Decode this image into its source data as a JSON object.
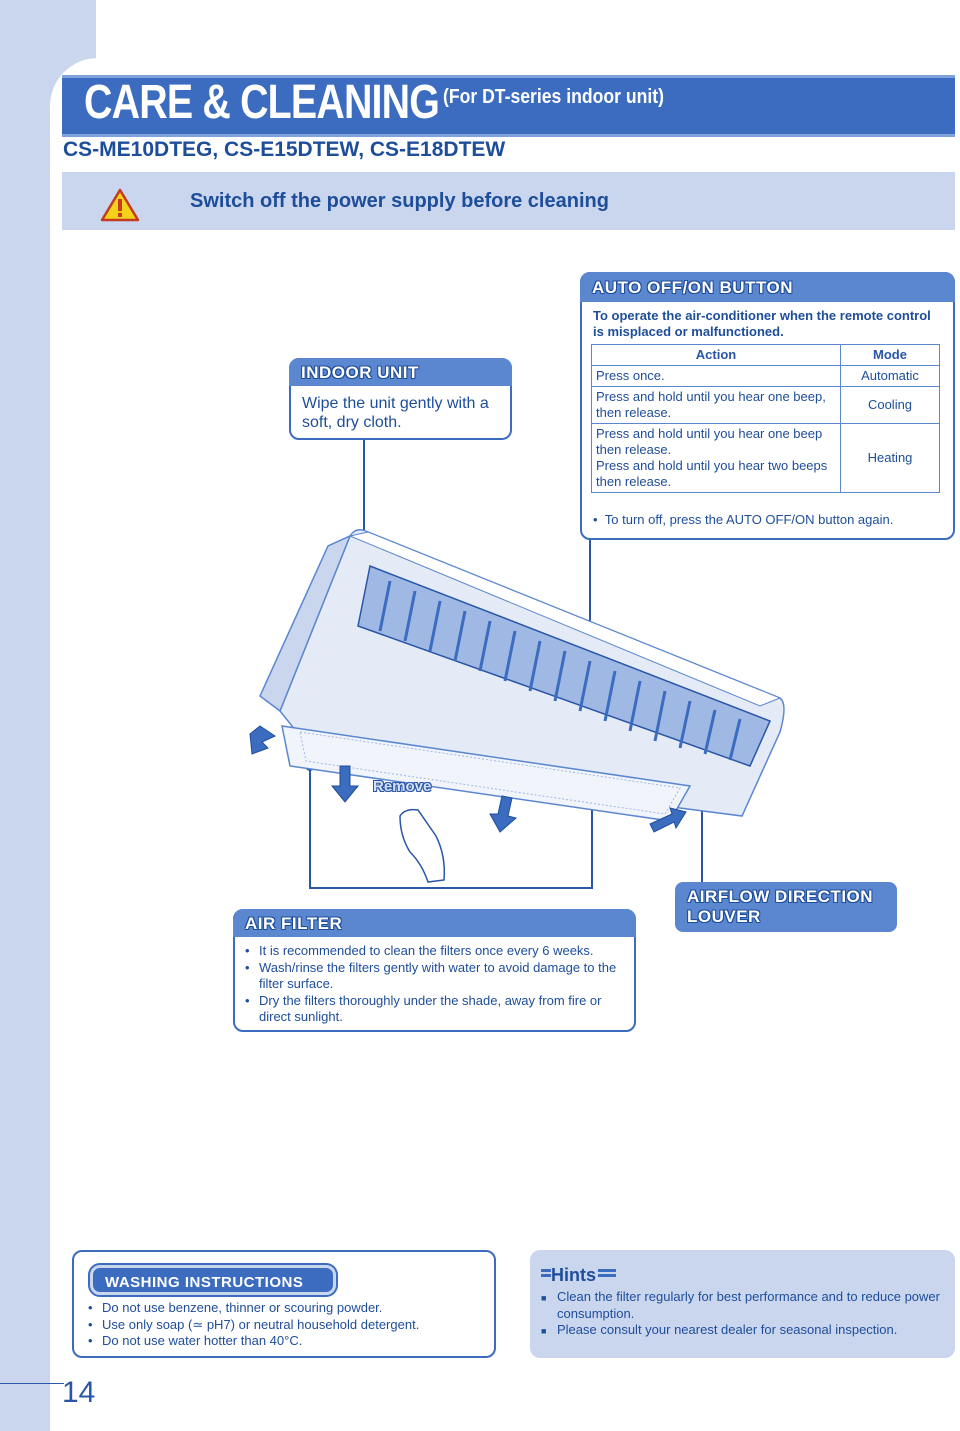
{
  "header": {
    "title": "CARE & CLEANING",
    "subtitle": "(For DT-series indoor unit)",
    "models": "CS-ME10DTEG, CS-E15DTEW, CS-E18DTEW"
  },
  "warning": {
    "icon": "warning-triangle-icon",
    "text": "Switch off the power supply before cleaning"
  },
  "indoor_unit": {
    "heading": "INDOOR UNIT",
    "text": "Wipe the unit gently with a soft, dry cloth."
  },
  "auto_button": {
    "heading": "AUTO OFF/ON BUTTON",
    "intro": "To operate the air-conditioner when the remote control is misplaced or malfunctioned.",
    "columns": [
      "Action",
      "Mode"
    ],
    "rows": [
      {
        "action": "Press once.",
        "mode": "Automatic"
      },
      {
        "action": "Press and hold until you hear one beep, then release.",
        "mode": "Cooling"
      },
      {
        "action": "Press and hold until you hear one beep then release.",
        "action2": "Press and hold until you hear two beeps then release.",
        "mode": "Heating"
      }
    ],
    "note": "To turn off, press the AUTO OFF/ON button again."
  },
  "illustration": {
    "remove_label": "Remove"
  },
  "air_filter": {
    "heading": "AIR FILTER",
    "items": [
      "It is recommended to clean the filters once every 6 weeks.",
      "Wash/rinse the filters gently with water to avoid damage to the filter surface.",
      "Dry the filters thoroughly under the shade, away from fire or direct sunlight."
    ]
  },
  "louver": {
    "heading": "AIRFLOW DIRECTION LOUVER"
  },
  "washing": {
    "heading": "WASHING INSTRUCTIONS",
    "items": [
      "Do not use benzene, thinner or scouring powder.",
      "Use only soap (≃ pH7) or neutral household detergent.",
      "Do not use water hotter than 40°C."
    ]
  },
  "hints": {
    "heading": "Hints",
    "items": [
      "Clean the filter regularly for best performance and to reduce power consumption.",
      "Please consult your nearest dealer for seasonal inspection."
    ]
  },
  "page_number": "14",
  "colors": {
    "primary": "#3c6cc0",
    "dark_text": "#1e4d9a",
    "light_band": "#c9d6ee"
  }
}
